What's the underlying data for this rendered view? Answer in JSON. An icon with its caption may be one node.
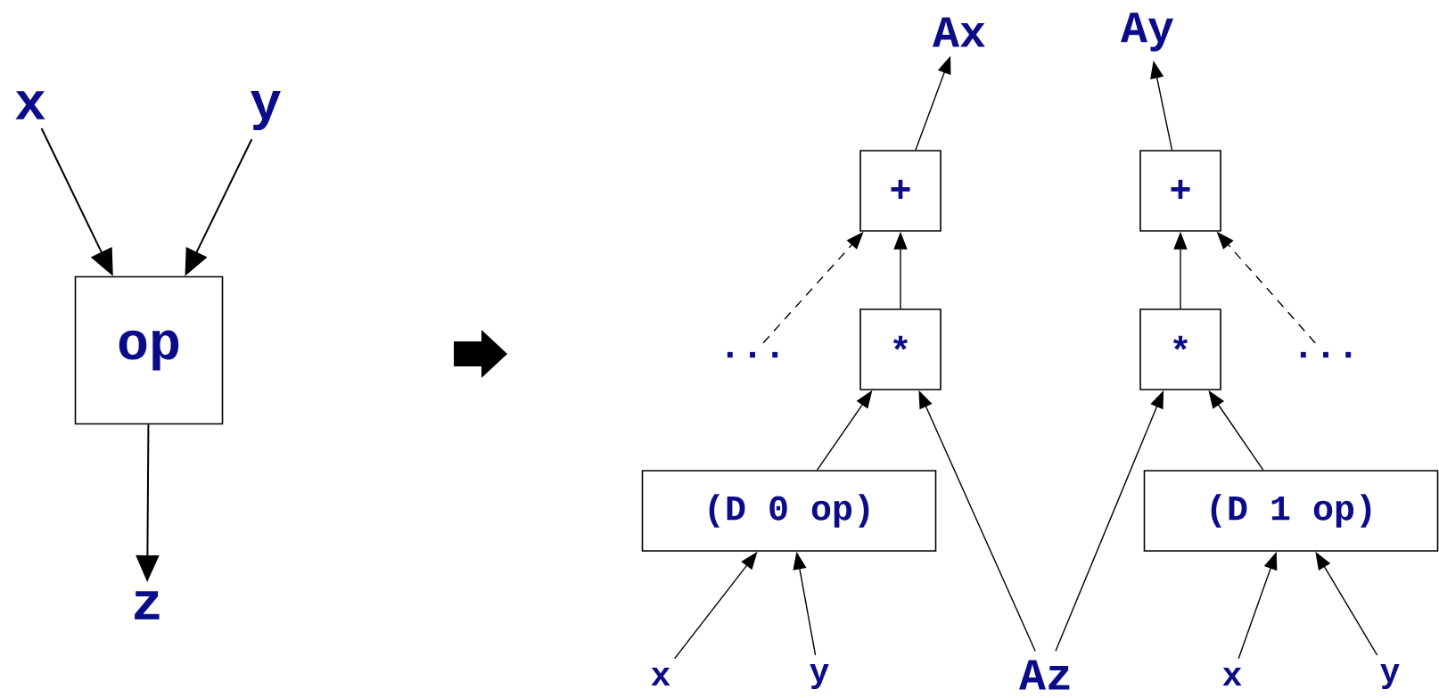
{
  "diagram": {
    "nodes": [
      {
        "text": [
          "x"
        ]
      },
      {
        "text": [
          "y"
        ]
      },
      {
        "text": [
          "op"
        ]
      },
      {
        "text": [
          "z"
        ]
      },
      {
        "text": [
          "Ax"
        ]
      },
      {
        "text": [
          "Ay"
        ]
      },
      {
        "text": [
          "+"
        ]
      },
      {
        "text": [
          "+"
        ]
      },
      {
        "text": [
          "..."
        ]
      },
      {
        "text": [
          "*"
        ]
      },
      {
        "text": [
          "*"
        ]
      },
      {
        "text": [
          "..."
        ]
      },
      {
        "text": [
          "(D 0 op)"
        ]
      },
      {
        "text": [
          "(D 1 op)"
        ]
      },
      {
        "text": [
          "x"
        ]
      },
      {
        "text": [
          "y"
        ]
      },
      {
        "text": [
          "Az"
        ]
      },
      {
        "text": [
          "x"
        ]
      },
      {
        "text": [
          "y"
        ]
      }
    ],
    "edges": [
      {
        "from": 0,
        "to": 2,
        "arrow": "to"
      },
      {
        "from": 1,
        "to": 2,
        "arrow": "to"
      },
      {
        "from": 2,
        "to": 3,
        "arrow": "to"
      },
      {
        "from": 6,
        "to": 4,
        "arrow": "to"
      },
      {
        "from": 7,
        "to": 5,
        "arrow": "to"
      },
      {
        "from": 8,
        "to": 6,
        "arrow": "to",
        "style": "dashed"
      },
      {
        "from": 9,
        "to": 6,
        "arrow": "to"
      },
      {
        "from": 11,
        "to": 7,
        "arrow": "to",
        "style": "dashed"
      },
      {
        "from": 10,
        "to": 7,
        "arrow": "to"
      },
      {
        "from": 12,
        "to": 9,
        "arrow": "to"
      },
      {
        "from": 16,
        "to": 9,
        "arrow": "to"
      },
      {
        "from": 16,
        "to": 10,
        "arrow": "to"
      },
      {
        "from": 13,
        "to": 10,
        "arrow": "to"
      },
      {
        "from": 14,
        "to": 12,
        "arrow": "to"
      },
      {
        "from": 15,
        "to": 12,
        "arrow": "to"
      },
      {
        "from": 17,
        "to": 13,
        "arrow": "to"
      },
      {
        "from": 18,
        "to": 13,
        "arrow": "to"
      }
    ]
  }
}
